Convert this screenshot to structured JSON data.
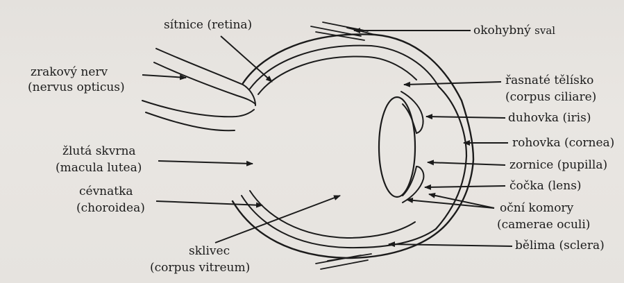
{
  "labels": {
    "retina": "sítnice (retina)",
    "muscle_a": "okohybný",
    "muscle_b": "sval",
    "nerve_1": "zrakový nerv",
    "nerve_2": "(nervus opticus)",
    "ciliary_1": "řasnaté tělísko",
    "ciliary_2": "(corpus ciliare)",
    "iris": "duhovka (iris)",
    "cornea": "rohovka (cornea)",
    "macula_1": "žlutá skvrna",
    "macula_2": "(macula lutea)",
    "pupil": "zornice (pupilla)",
    "choroid_1": "cévnatka",
    "choroid_2": "(choroidea)",
    "lens": "čočka (lens)",
    "chambers_1": "oční komory",
    "chambers_2": "(camerae oculi)",
    "vitreous_1": "sklivec",
    "vitreous_2": "(corpus vitreum)",
    "sclera": "bělima (sclera)"
  },
  "colors": {
    "ink": "#1b1b1b",
    "paper": "#e7e4e0"
  }
}
